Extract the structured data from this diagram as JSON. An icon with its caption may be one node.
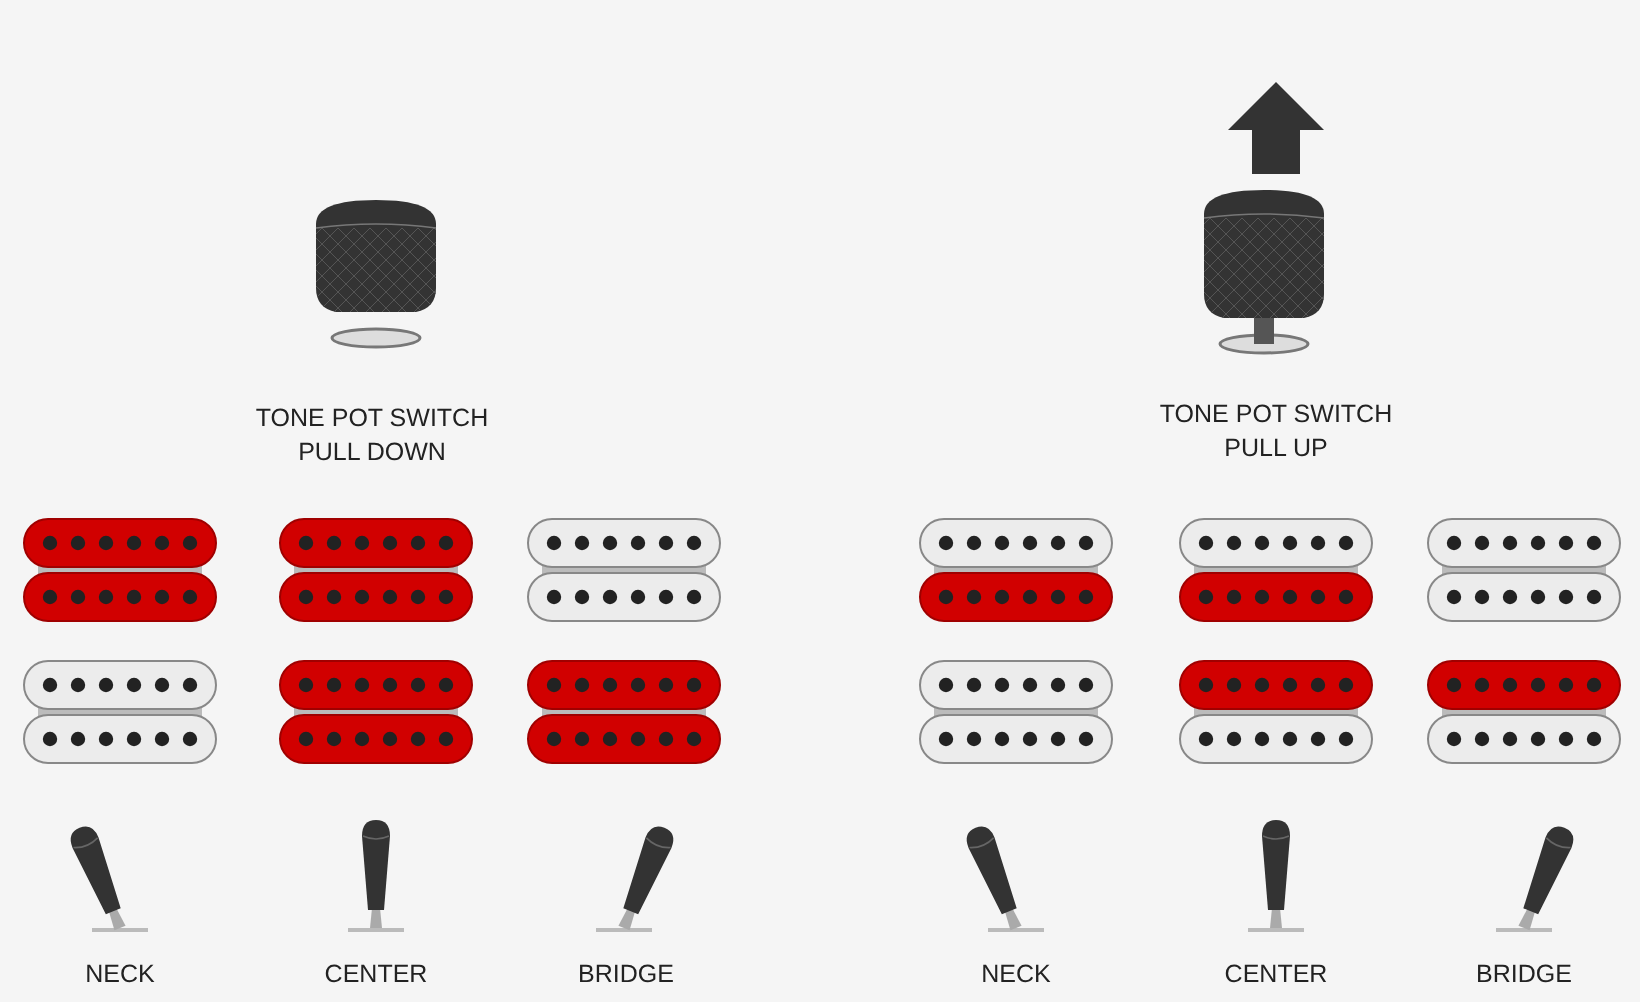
{
  "diagram": {
    "labels": [
      "TONE POT SWITCH PULL DOWN",
      "TONE POT SWITCH PULL UP",
      "NECK",
      "CENTER",
      "BRIDGE",
      "NECK",
      "CENTER",
      "BRIDGE"
    ]
  }
}
